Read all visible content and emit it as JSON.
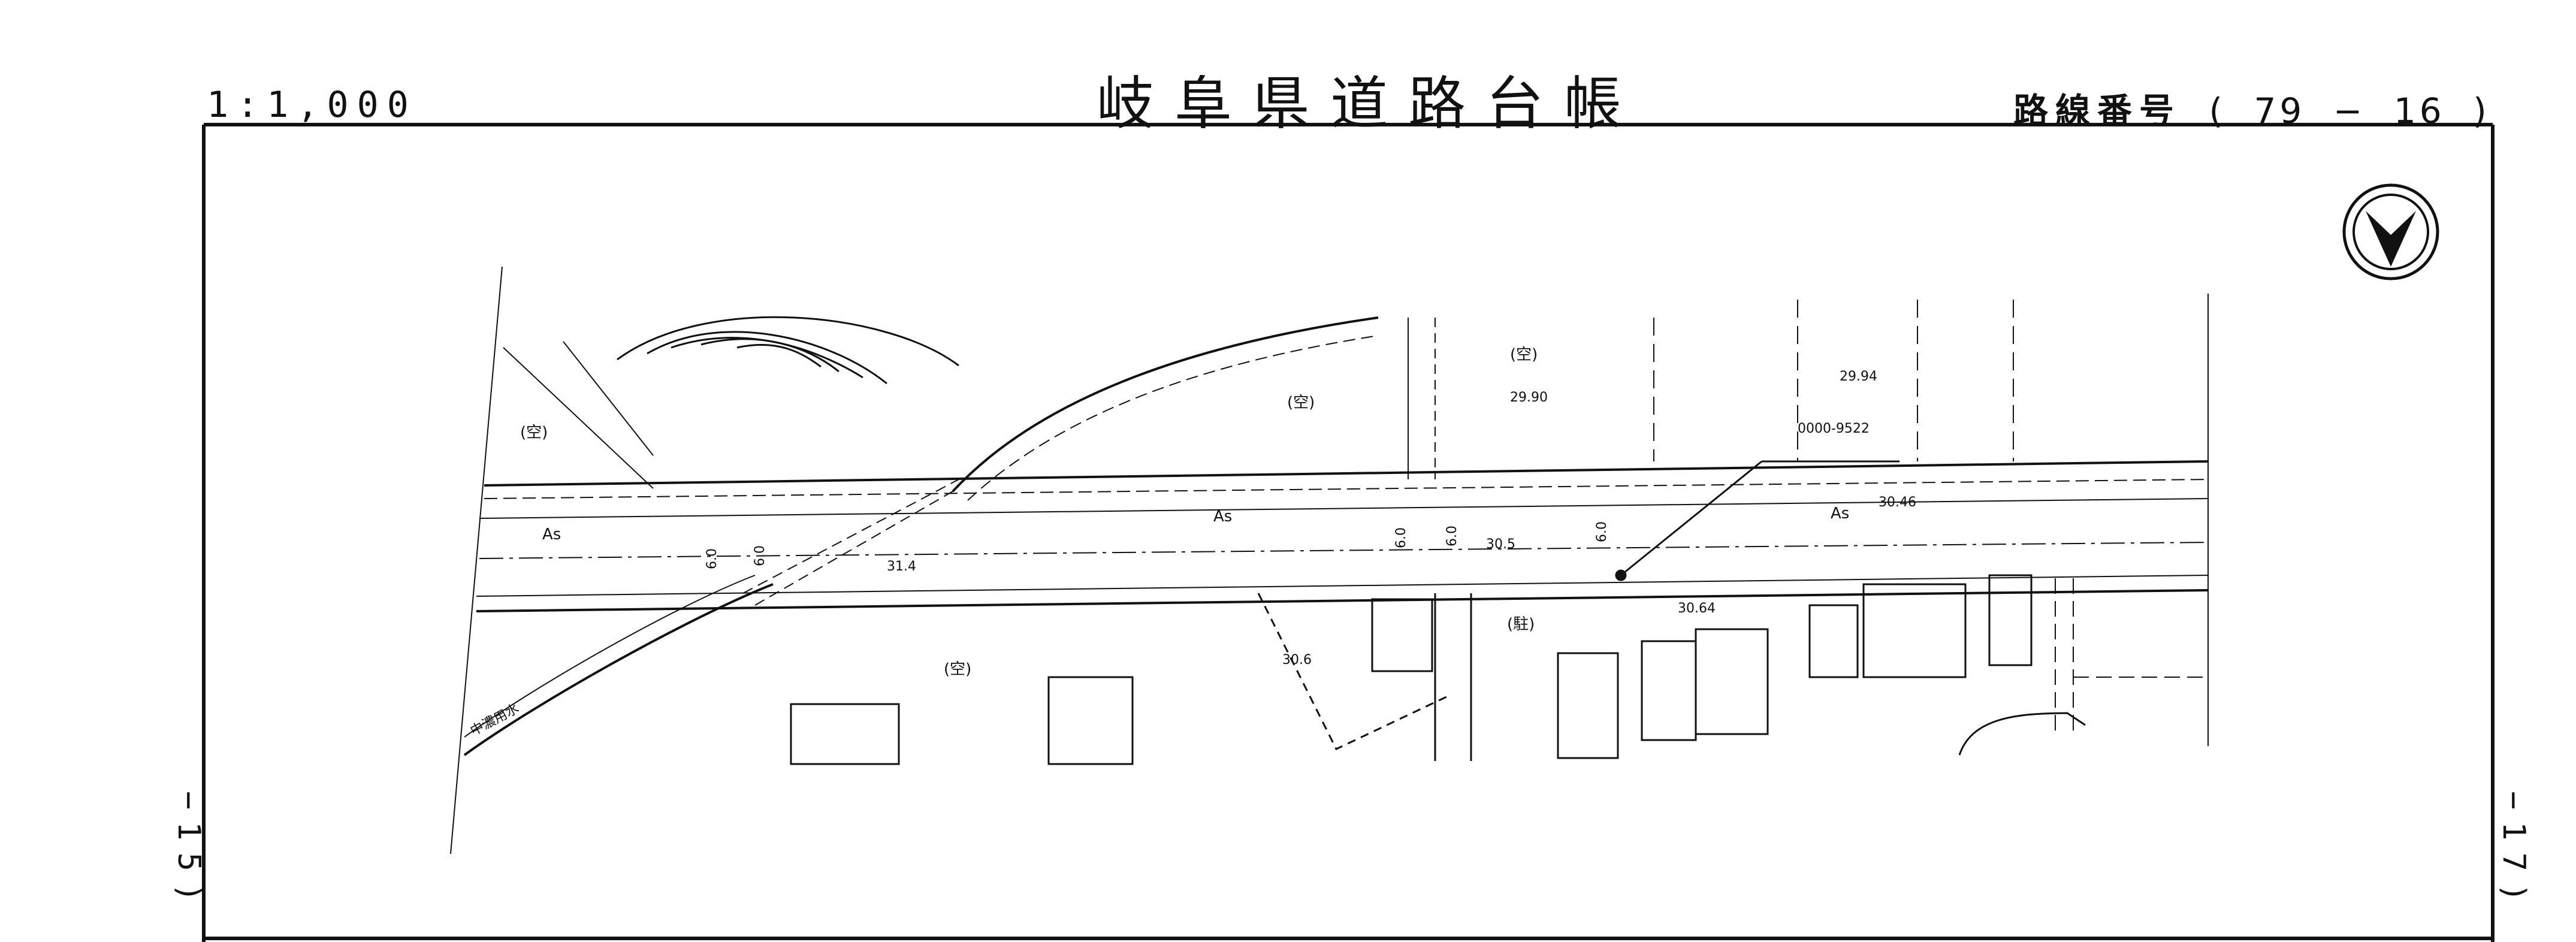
{
  "header": {
    "scale": "1:1,000",
    "title": "岐阜県道路台帳",
    "route_label": "路線番号",
    "route_open": "(",
    "route_major": "79",
    "route_dash": "−",
    "route_minor": "16",
    "route_close": ")"
  },
  "adjacent": {
    "left": "−15)",
    "right": "−17)"
  },
  "map": {
    "north_symbol": "north-arrow-icon",
    "labels": {
      "vacant_left": "(空)",
      "vacant_center": "(空)",
      "vacant_top": "(空)",
      "vacant_bottom": "(空)",
      "parking": "(駐)",
      "surface_left": "As",
      "surface_center": "As",
      "surface_right": "As",
      "width_1": "6.0",
      "width_2": "6.0",
      "width_3": "6.0",
      "width_4": "6.0",
      "width_5": "6.0",
      "elev_1": "29.90",
      "elev_2": "29.94",
      "elev_3": "30.46",
      "elev_4": "30.5",
      "elev_5": "31.4",
      "elev_6": "30.6",
      "elev_7": "30.64",
      "point_id": "0000-9522",
      "canal": "中濃用水"
    }
  }
}
